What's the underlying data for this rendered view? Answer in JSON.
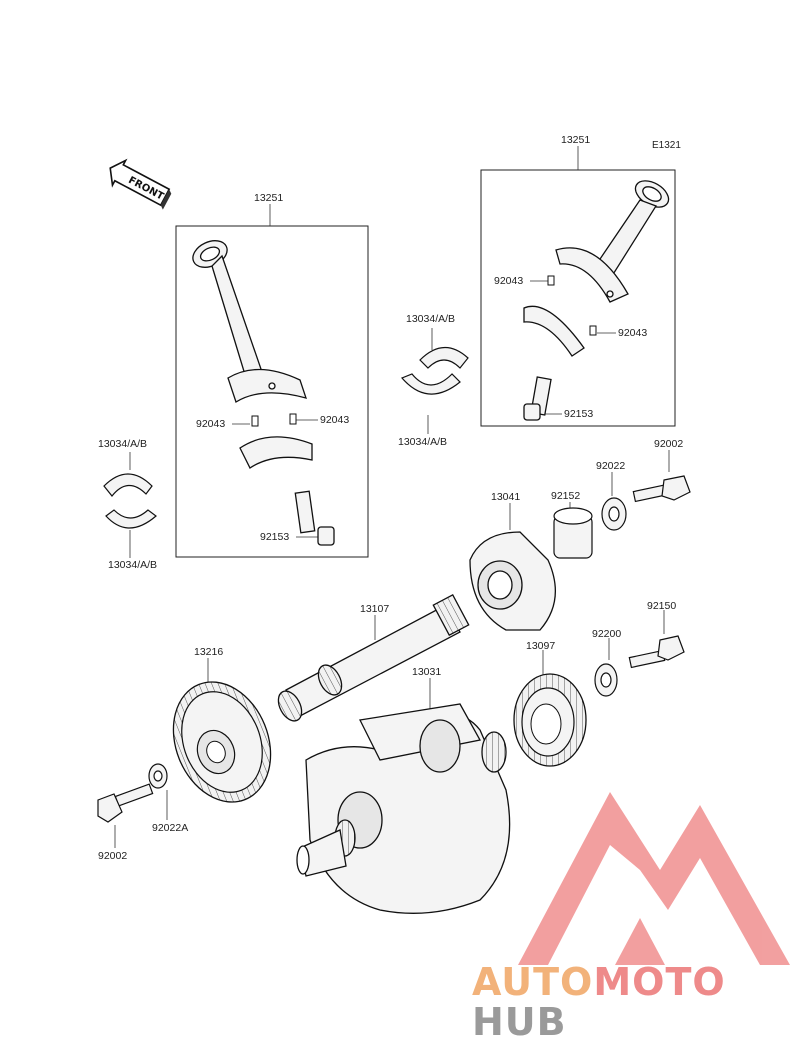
{
  "diagram_code": "E1321",
  "front_label": "FRONT",
  "labels": [
    {
      "id": "rod-assy-left",
      "text": "13251"
    },
    {
      "id": "rod-assy-right",
      "text": "13251"
    },
    {
      "id": "bearing-upper-left",
      "text": "13034/A/B"
    },
    {
      "id": "bearing-lower-left",
      "text": "13034/A/B"
    },
    {
      "id": "bearing-upper-center",
      "text": "13034/A/B"
    },
    {
      "id": "bearing-lower-center",
      "text": "13034/A/B"
    },
    {
      "id": "pin-left-a",
      "text": "92043"
    },
    {
      "id": "pin-left-b",
      "text": "92043"
    },
    {
      "id": "pin-right-a",
      "text": "92043"
    },
    {
      "id": "pin-right-b",
      "text": "92043"
    },
    {
      "id": "bolt-left",
      "text": "92153"
    },
    {
      "id": "bolt-right",
      "text": "92153"
    },
    {
      "id": "bolt-top-right",
      "text": "92002"
    },
    {
      "id": "washer-top-right",
      "text": "92022"
    },
    {
      "id": "collar",
      "text": "92152"
    },
    {
      "id": "housing",
      "text": "13041"
    },
    {
      "id": "shaft",
      "text": "13107"
    },
    {
      "id": "gear-large",
      "text": "13216"
    },
    {
      "id": "crankshaft",
      "text": "13031"
    },
    {
      "id": "gear-small",
      "text": "13097"
    },
    {
      "id": "washer-mid-right",
      "text": "92200"
    },
    {
      "id": "bolt-mid-right",
      "text": "92150"
    },
    {
      "id": "washer-left",
      "text": "92022A"
    },
    {
      "id": "bolt-left-bottom",
      "text": "92002"
    }
  ],
  "watermark": {
    "part1": "AUTO",
    "part2": "MOTO",
    "part3": "HUB",
    "color1": "#f2b27a",
    "color2": "#ee8a8a",
    "color3": "#9a9a9a",
    "logo_color": "#f08f8f"
  }
}
